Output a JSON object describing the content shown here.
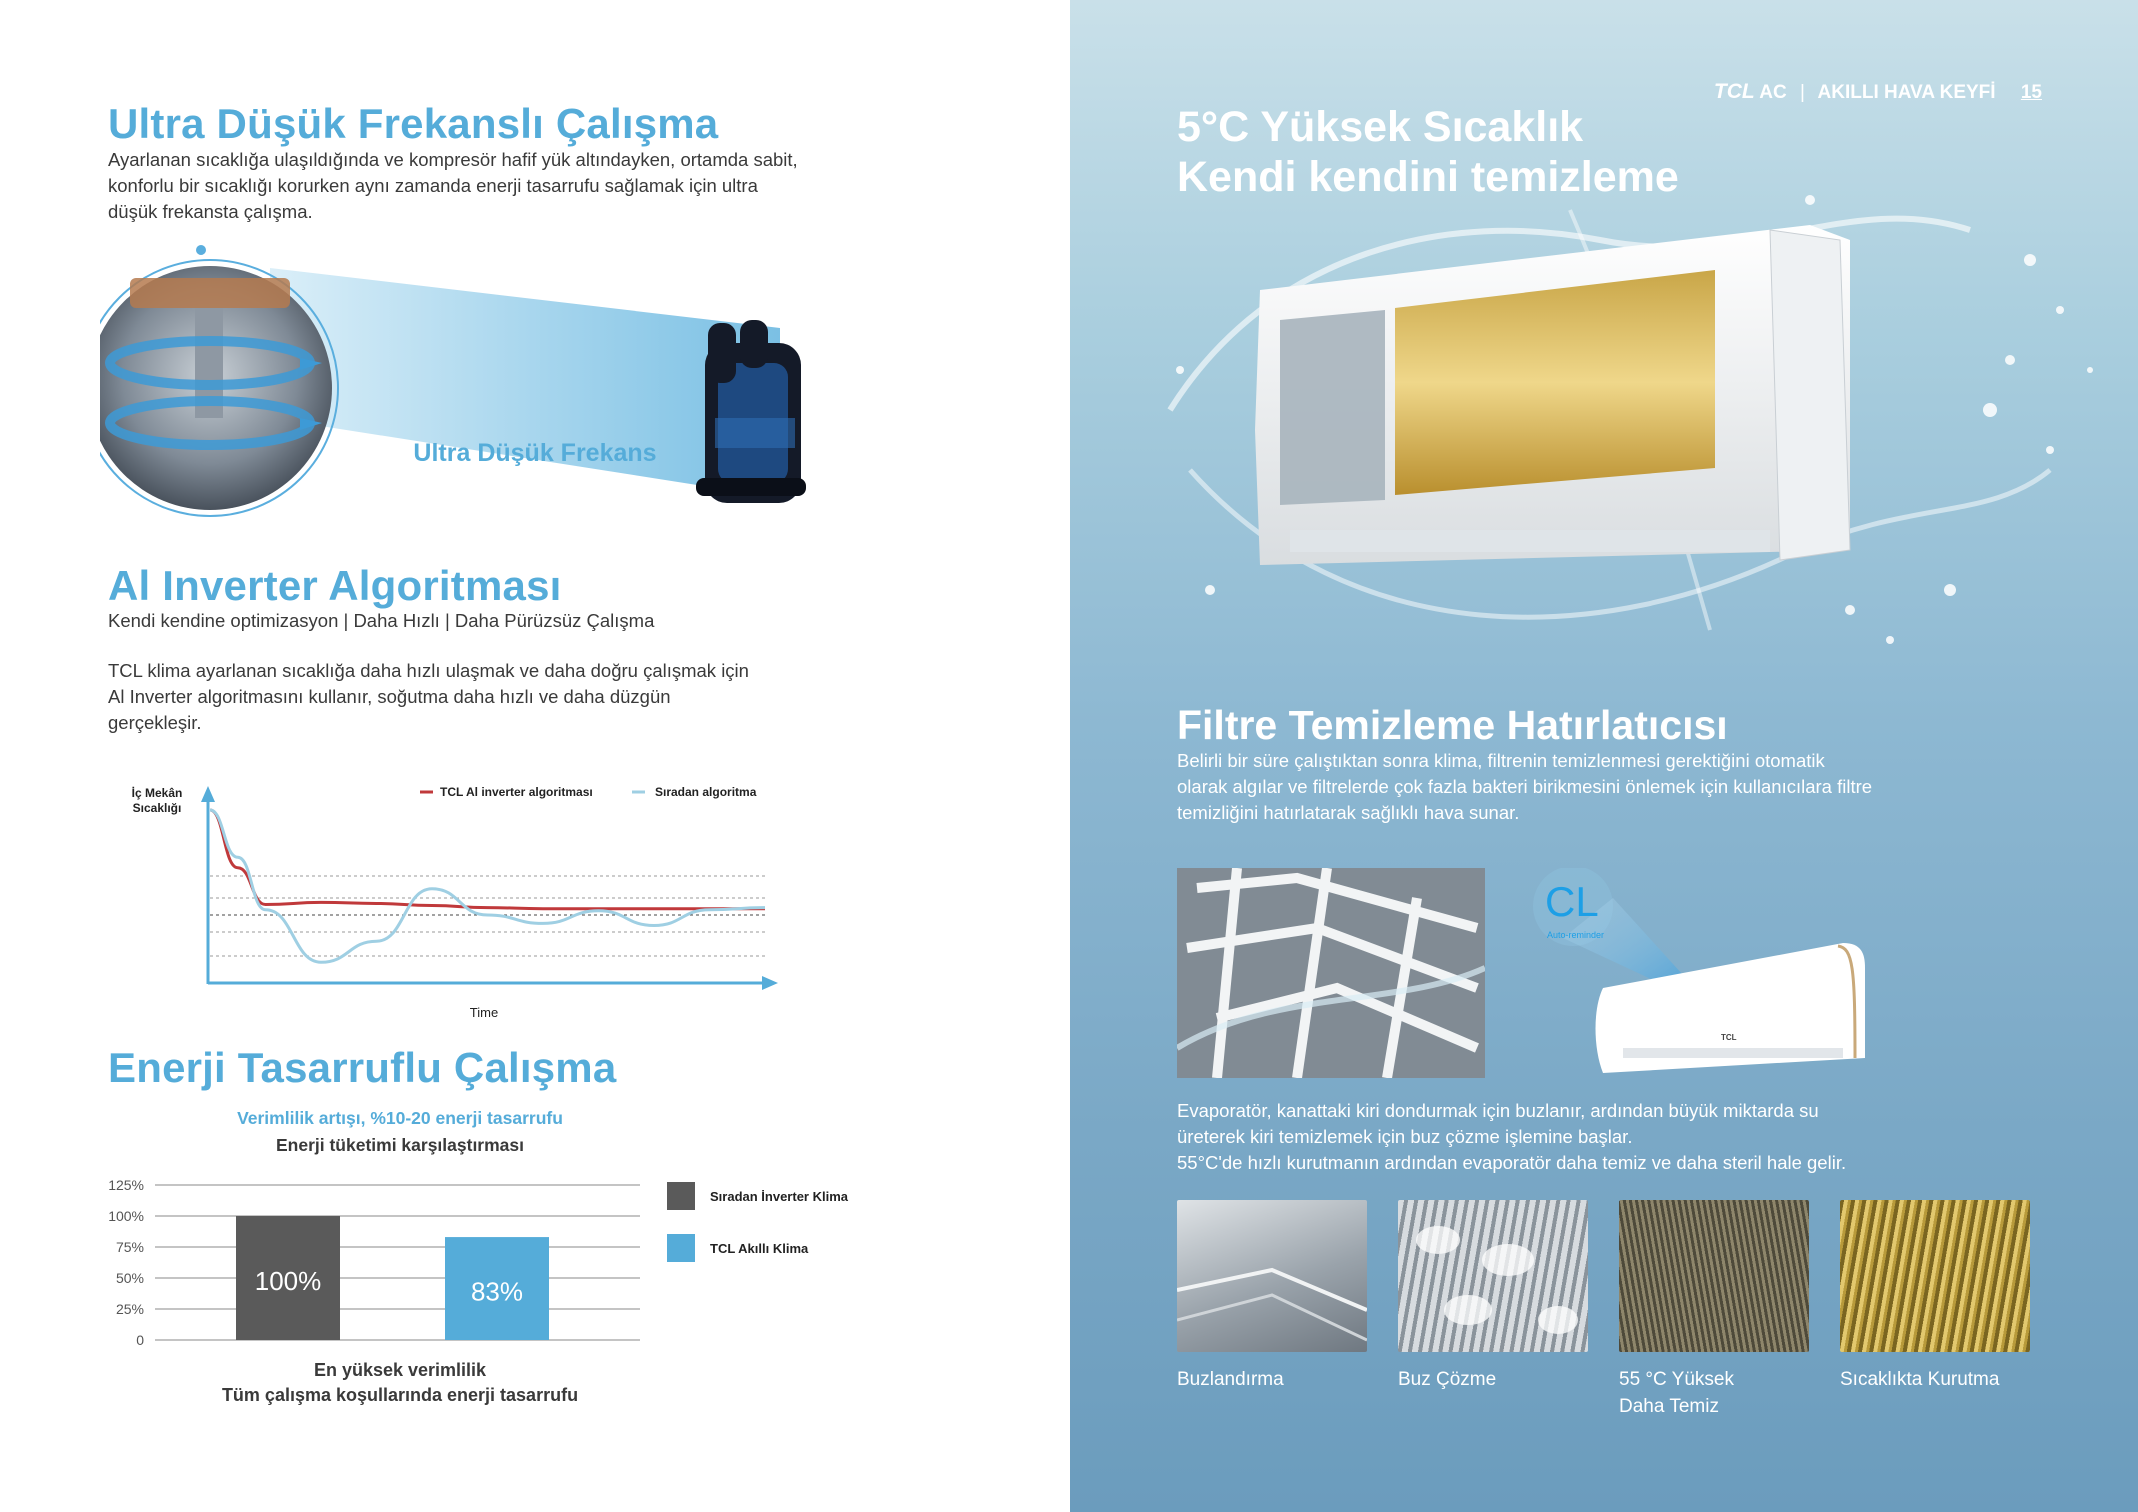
{
  "left": {
    "section1": {
      "title": "Ultra Düşük Frekanslı Çalışma",
      "body": "Ayarlanan sıcaklığa ulaşıldığında ve kompresör hafif yük altındayken, ortamda sabit, konforlu bir sıcaklığı korurken aynı zamanda enerji tasarrufu sağlamak için ultra düşük frekansta çalışma.",
      "illustration_label": "Ultra Düşük Frekans"
    },
    "section2": {
      "title": "Al Inverter Algoritması",
      "subtitle": "Kendi kendine optimizasyon | Daha Hızlı | Daha Pürüzsüz Çalışma",
      "body": "TCL klima ayarlanan sıcaklığa daha hızlı ulaşmak ve daha doğru çalışmak için Al Inverter algoritmasını kullanır,  soğutma daha hızlı ve daha düzgün gerçekleşir."
    },
    "section3": {
      "title": "Enerji Tasarruflu Çalışma",
      "chart_subtitle": "Verimlilik artışı, %10-20 enerji tasarrufu",
      "chart_title": "Enerji tüketimi karşılaştırması",
      "footer_line1": "En yüksek verimlilik",
      "footer_line2": "Tüm çalışma koşullarında enerji tasarrufu"
    }
  },
  "right": {
    "header": {
      "brand": "TCL",
      "brand_suffix": "AC",
      "separator": "|",
      "tagline": "AKILLI HAVA KEYFİ",
      "page_number": "15"
    },
    "section1": {
      "title_line1": "5°C Yüksek Sıcaklık",
      "title_line2": "Kendi kendini temizleme"
    },
    "section2": {
      "title": "Filtre Temizleme Hatırlatıcısı",
      "body": "Belirli bir süre çalıştıktan sonra klima, filtrenin temizlenmesi gerektiğini otomatik olarak algılar ve filtrelerde çok fazla bakteri birikmesini önlemek için kullanıcılara filtre temizliğini hatırlatarak sağlıklı hava sunar.",
      "display_code": "CL",
      "display_caption": "Auto-reminder",
      "unit_logo": "TCL"
    },
    "section3": {
      "body_line1": "Evaporatör, kanattaki kiri dondurmak için buzlanır, ardından büyük miktarda su",
      "body_line2": "üreterek kiri temizlemek için buz çözme işlemine başlar.",
      "body_line3": "55°C'de hızlı kurutmanın ardından evaporatör daha temiz ve daha steril hale gelir.",
      "steps": [
        {
          "label": "Buzlandırma",
          "label2": ""
        },
        {
          "label": "Buz Çözme",
          "label2": ""
        },
        {
          "label": "55 °C Yüksek",
          "label2": "Daha Temiz"
        },
        {
          "label": "Sıcaklıkta Kurutma",
          "label2": ""
        }
      ]
    }
  },
  "chart_data": [
    {
      "type": "line",
      "ylabel": "İç Mekân Sıcaklığı",
      "xlabel": "Time",
      "legend_position": "top-right",
      "series": [
        {
          "name": "TCL Al inverter algoritması",
          "color": "#c0393b",
          "x": [
            0,
            0.05,
            0.1,
            0.2,
            0.3,
            0.4,
            0.5,
            0.6,
            0.7,
            0.8,
            0.9,
            1.0
          ],
          "values": [
            1.0,
            0.45,
            0.1,
            0.12,
            0.11,
            0.09,
            0.07,
            0.06,
            0.06,
            0.06,
            0.06,
            0.06
          ]
        },
        {
          "name": "Sıradan algoritma",
          "color": "#9fcfe3",
          "x": [
            0,
            0.05,
            0.1,
            0.2,
            0.3,
            0.4,
            0.5,
            0.6,
            0.7,
            0.8,
            0.9,
            1.0
          ],
          "values": [
            1.0,
            0.55,
            0.05,
            -0.45,
            -0.25,
            0.25,
            0.0,
            -0.08,
            0.04,
            -0.1,
            0.05,
            0.07
          ]
        }
      ]
    },
    {
      "type": "bar",
      "title": "Enerji tüketimi karşılaştırması",
      "subtitle": "Verimlilik artışı, %10-20 enerji tasarrufu",
      "categories": [
        "Sıradan İnverter Klima",
        "TCL Akıllı Klima"
      ],
      "values": [
        100,
        83
      ],
      "value_labels": [
        "100%",
        "83%"
      ],
      "colors": [
        "#5a5a5a",
        "#55acd9"
      ],
      "ytick_labels": [
        "0",
        "25%",
        "50%",
        "75%",
        "100%",
        "125%"
      ],
      "ylim": [
        0,
        125
      ],
      "grid": true,
      "legend_position": "right"
    }
  ]
}
